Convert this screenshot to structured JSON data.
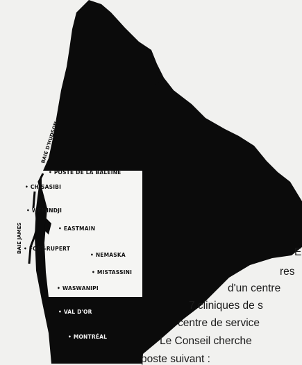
{
  "map": {
    "water_labels": {
      "hudson": "BAIE D'HUDSON",
      "james": "BAIE JAMES"
    },
    "places": [
      {
        "id": "poste-de-la-baleine",
        "name": "POSTE DE LA BALEINE"
      },
      {
        "id": "chisasibi",
        "name": "CHISASIBI"
      },
      {
        "id": "wemindji",
        "name": "WEMINDJI"
      },
      {
        "id": "eastmain",
        "name": "EASTMAIN"
      },
      {
        "id": "fort-rupert",
        "name": "FORT-RUPERT"
      },
      {
        "id": "nemaska",
        "name": "NEMASKA"
      },
      {
        "id": "mistassini",
        "name": "MISTASSINI"
      },
      {
        "id": "waswanipi",
        "name": "WASWANIPI"
      },
      {
        "id": "val-dor",
        "name": "VAL D'OR"
      },
      {
        "id": "montreal",
        "name": "MONTRÉAL"
      }
    ],
    "colors": {
      "land": "#0b0b0b",
      "box": "#f5f5f3",
      "paper": "#f1f1ef"
    }
  },
  "text_lines": [
    "E",
    "res",
    "d'un  centre",
    "7 cliniques de s",
    "centre de service",
    "Le  Conseil  cherche",
    "poste suivant :"
  ]
}
